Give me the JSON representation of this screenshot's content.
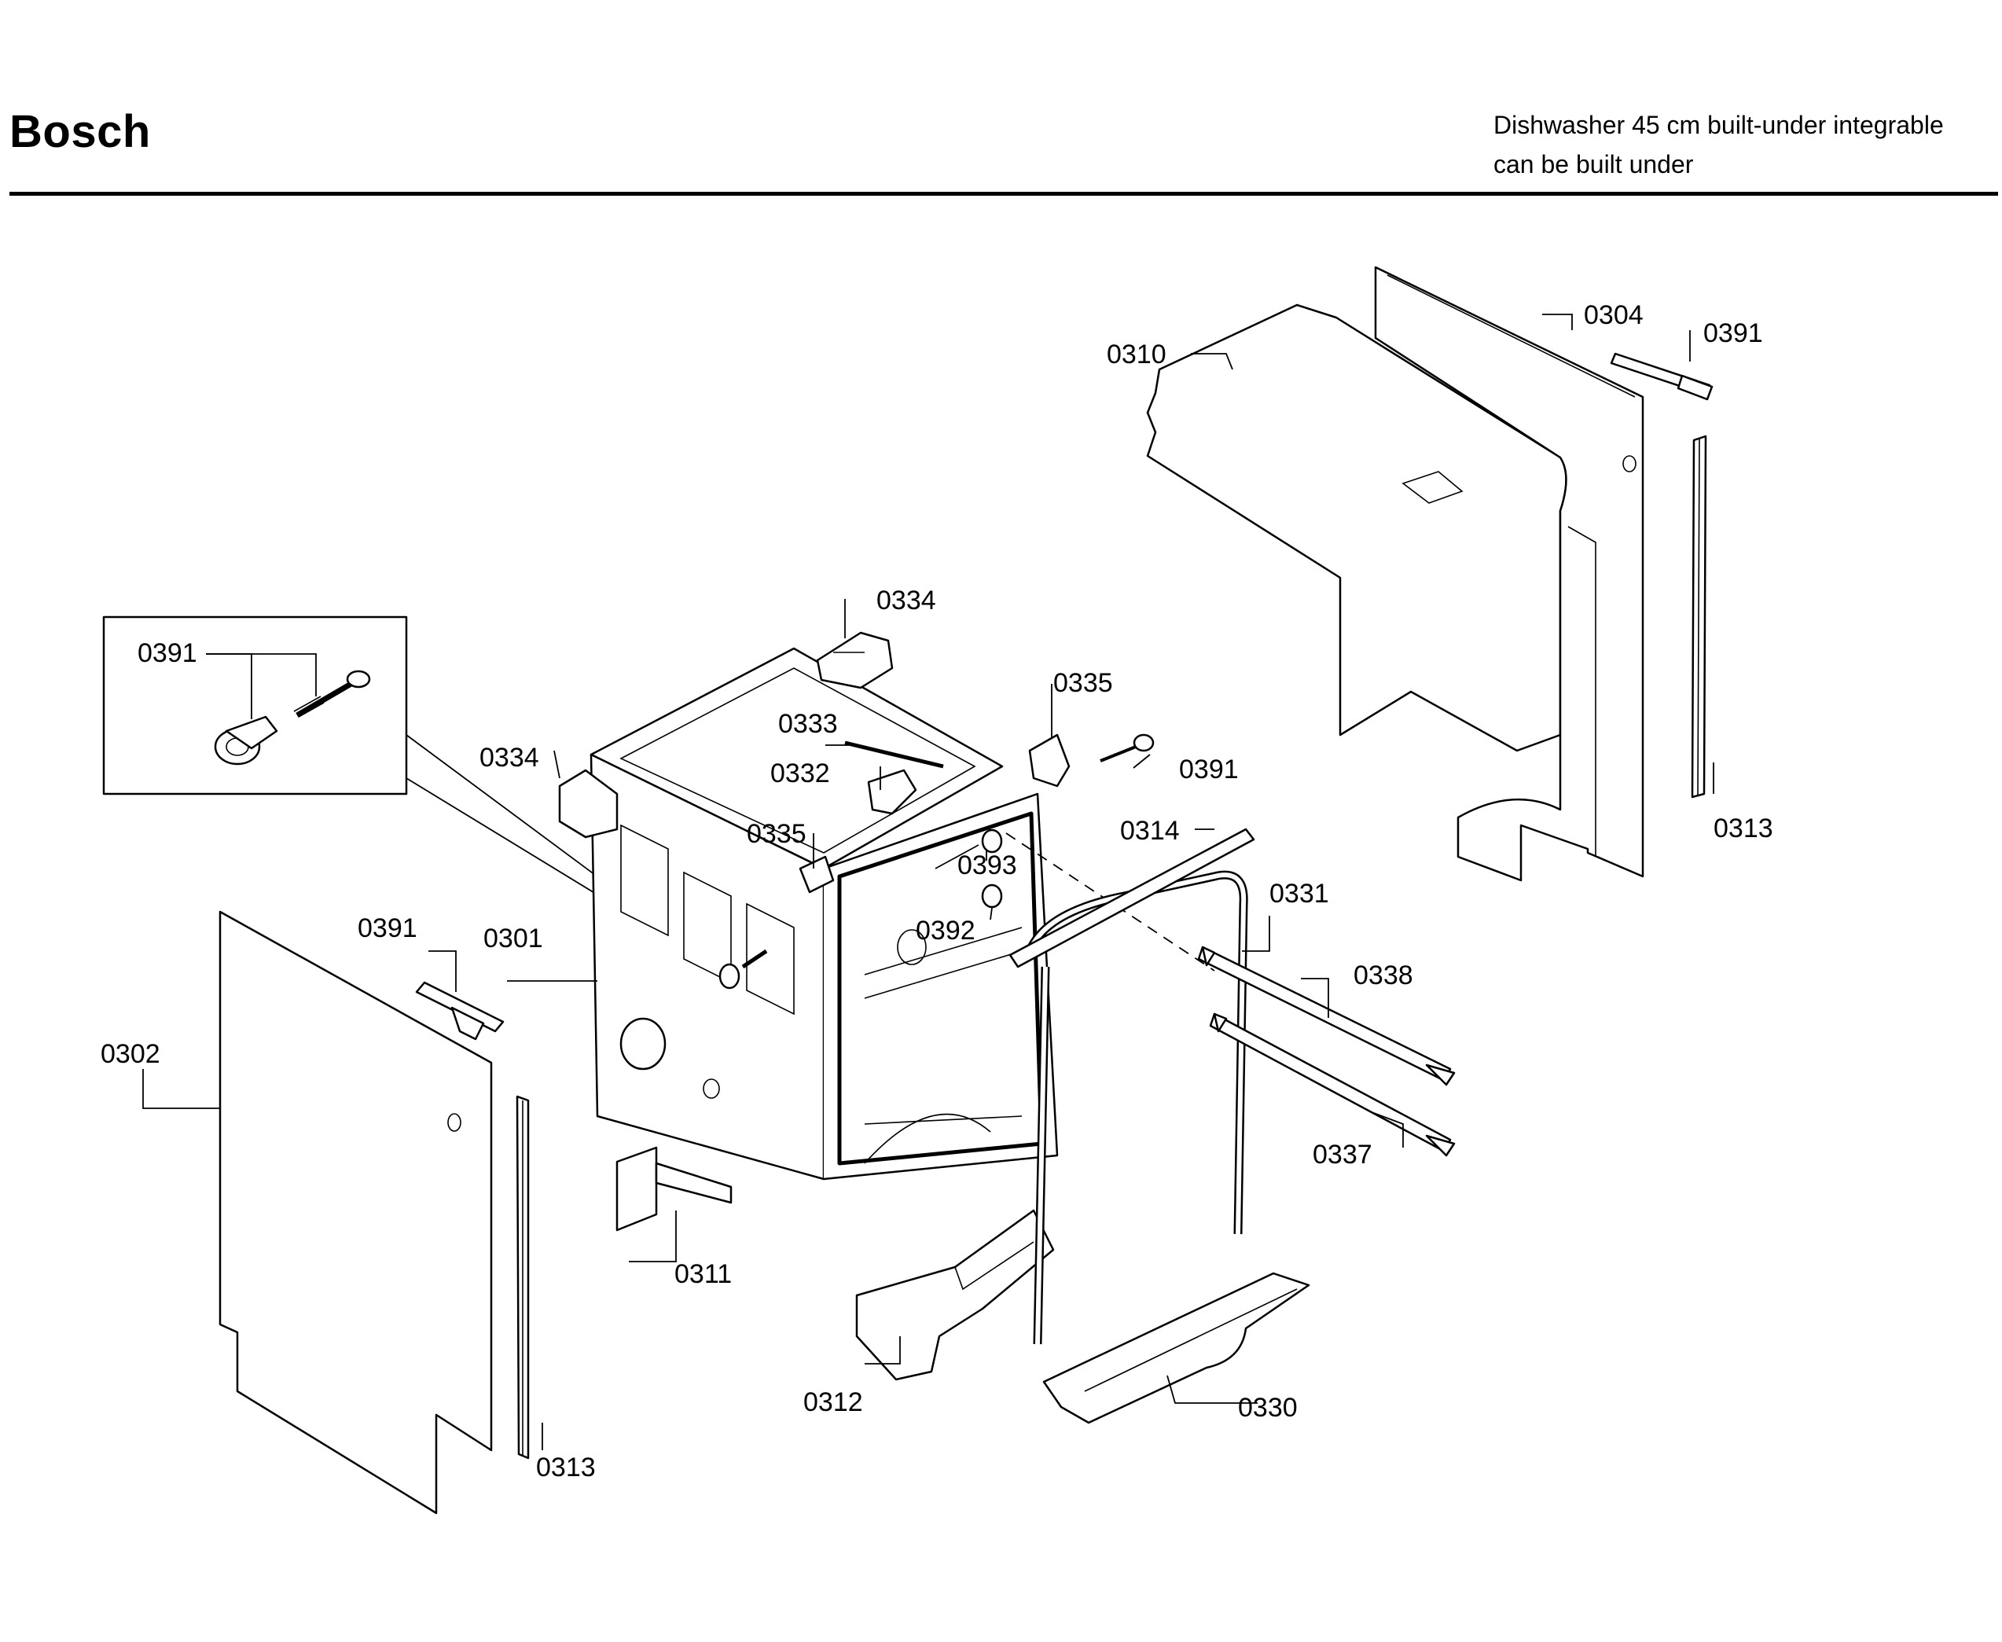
{
  "header": {
    "brand": "Bosch",
    "subtitle_line1": "Dishwasher 45 cm built-under integrable",
    "subtitle_line2": "can be built under"
  },
  "callouts": {
    "c0301": "0301",
    "c0302": "0302",
    "c0304": "0304",
    "c0310": "0310",
    "c0311": "0311",
    "c0312": "0312",
    "c0313": "0313",
    "c0314": "0314",
    "c0330": "0330",
    "c0331": "0331",
    "c0332": "0332",
    "c0333": "0333",
    "c0334": "0334",
    "c0335": "0335",
    "c0337": "0337",
    "c0338": "0338",
    "c0391": "0391",
    "c0392": "0392",
    "c0393": "0393"
  }
}
